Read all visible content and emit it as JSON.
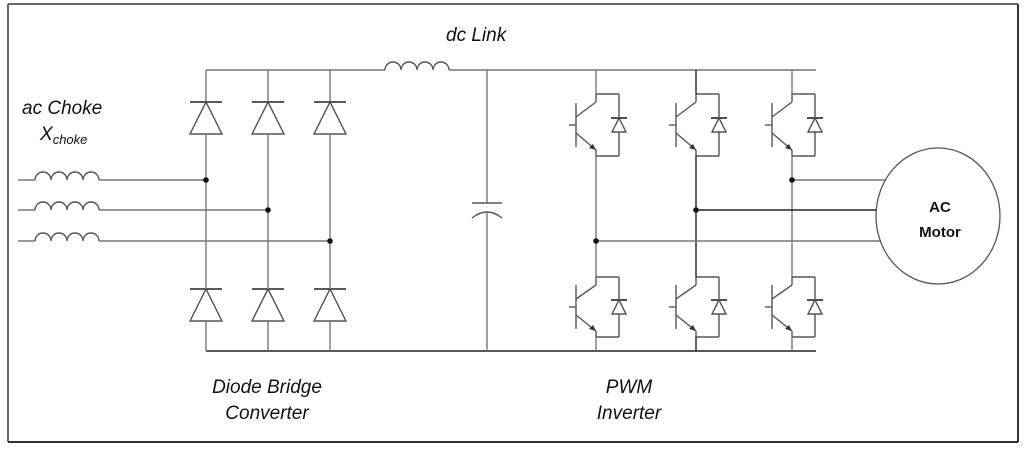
{
  "title": "Variable frequency drive circuit: diode bridge converter, dc link, PWM inverter, AC motor",
  "labels": {
    "ac_choke": "ac Choke",
    "x_choke_main": "X",
    "x_choke_sub": "choke",
    "dc_link": "dc Link",
    "converter_line1": "Diode Bridge",
    "converter_line2": "Converter",
    "inverter_line1": "PWM",
    "inverter_line2": "Inverter",
    "motor_line1": "AC",
    "motor_line2": "Motor"
  },
  "components": {
    "ac_chokes": 3,
    "rectifier_diodes": 6,
    "dc_link_inductor": 1,
    "dc_link_capacitor": 1,
    "igbts": 6,
    "freewheel_diodes": 6,
    "motor": 1
  },
  "colors": {
    "wire": "#777777",
    "wire_dark": "#222222",
    "text": "#111111",
    "background": "#ffffff"
  }
}
